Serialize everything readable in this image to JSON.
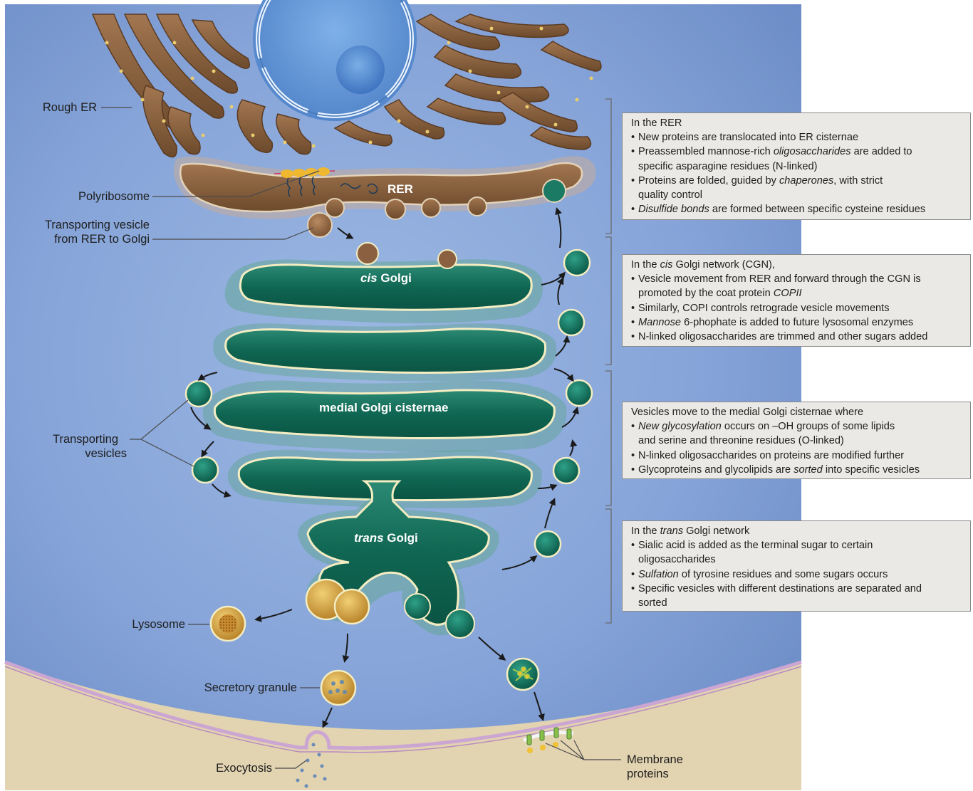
{
  "labels": {
    "rough_er": "Rough ER",
    "polyribosome": "Polyribosome",
    "transport_vesicle_line1": "Transporting vesicle",
    "transport_vesicle_line2": "from RER to Golgi",
    "transporting_vesicles_line1": "Transporting",
    "transporting_vesicles_line2": "vesicles",
    "lysosome": "Lysosome",
    "secretory_granule": "Secretory granule",
    "exocytosis": "Exocytosis",
    "membrane_proteins_line1": "Membrane",
    "membrane_proteins_line2": "proteins"
  },
  "structure_labels": {
    "rer": "RER",
    "cis_italic": "cis",
    "cis_rest": " Golgi",
    "medial": "medial Golgi cisternae",
    "trans_italic": "trans",
    "trans_rest": " Golgi"
  },
  "boxes": {
    "rer": {
      "heading": "In the RER",
      "b1": "New proteins are translocated into ER cisternae",
      "b2_pre": "Preassembled mannose-rich ",
      "b2_it": "oligosaccharides",
      "b2_post": " are added to",
      "b2_line2": "specific asparagine residues (N-linked)",
      "b3_pre": "Proteins are folded, guided by ",
      "b3_it": "chaperones",
      "b3_post": ", with strict",
      "b3_line2": "quality control",
      "b4_it": "Disulfide bonds",
      "b4_post": " are formed between specific cysteine residues"
    },
    "cis": {
      "heading_pre": "In the ",
      "heading_it": "cis",
      "heading_post": " Golgi network (CGN),",
      "b1": "Vesicle movement from RER and forward through the CGN is",
      "b1_line2_pre": "promoted by the coat protein ",
      "b1_line2_it": "COPII",
      "b2": "Similarly, COPI controls retrograde vesicle movements",
      "b3_it": "Mannose",
      "b3_post": " 6-phophate is added to future lysosomal enzymes",
      "b4": "N-linked oligosaccharides are trimmed and other sugars added"
    },
    "medial": {
      "heading": "Vesicles move to the medial Golgi cisternae where",
      "b1_it": "New glycosylation",
      "b1_post": " occurs on –OH groups of some lipids",
      "b1_line2": "and serine and threonine residues (O-linked)",
      "b2": "N-linked oligosaccharides on proteins are modified further",
      "b3_pre": "Glycoproteins and glycolipids are ",
      "b3_it": "sorted",
      "b3_post": " into specific vesicles"
    },
    "trans": {
      "heading_pre": "In the ",
      "heading_it": "trans",
      "heading_post": " Golgi network",
      "b1": "Sialic acid is added as the terminal sugar to certain",
      "b1_line2": "oligosaccharides",
      "b2_it": "Sulfation",
      "b2_post": " of tyrosine residues and some sugars occurs",
      "b3": "Specific vesicles with different destinations are separated and",
      "b3_line2": "sorted"
    }
  },
  "colors": {
    "cytoplasm": "#7f9fd4",
    "extracellular": "#e4d6b6",
    "plasma_membrane": "#c7a0cf",
    "er": "#8a6040",
    "golgi": "#12705c",
    "golgi_membrane": "#f4edc2",
    "nucleus": "#5c8ed4",
    "lysosome": "#d2a23a",
    "box_bg": "#ebe9e6"
  }
}
